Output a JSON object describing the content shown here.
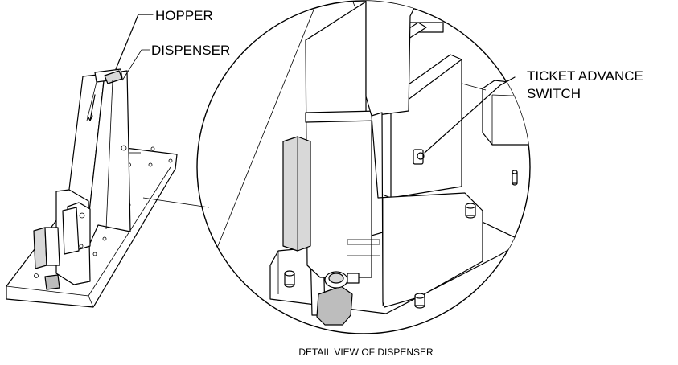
{
  "labels": {
    "hopper": "HOPPER",
    "dispenser": "DISPENSER",
    "switch_line1": "TICKET ADVANCE",
    "switch_line2": "SWITCH",
    "caption": "DETAIL VIEW OF DISPENSER"
  }
}
